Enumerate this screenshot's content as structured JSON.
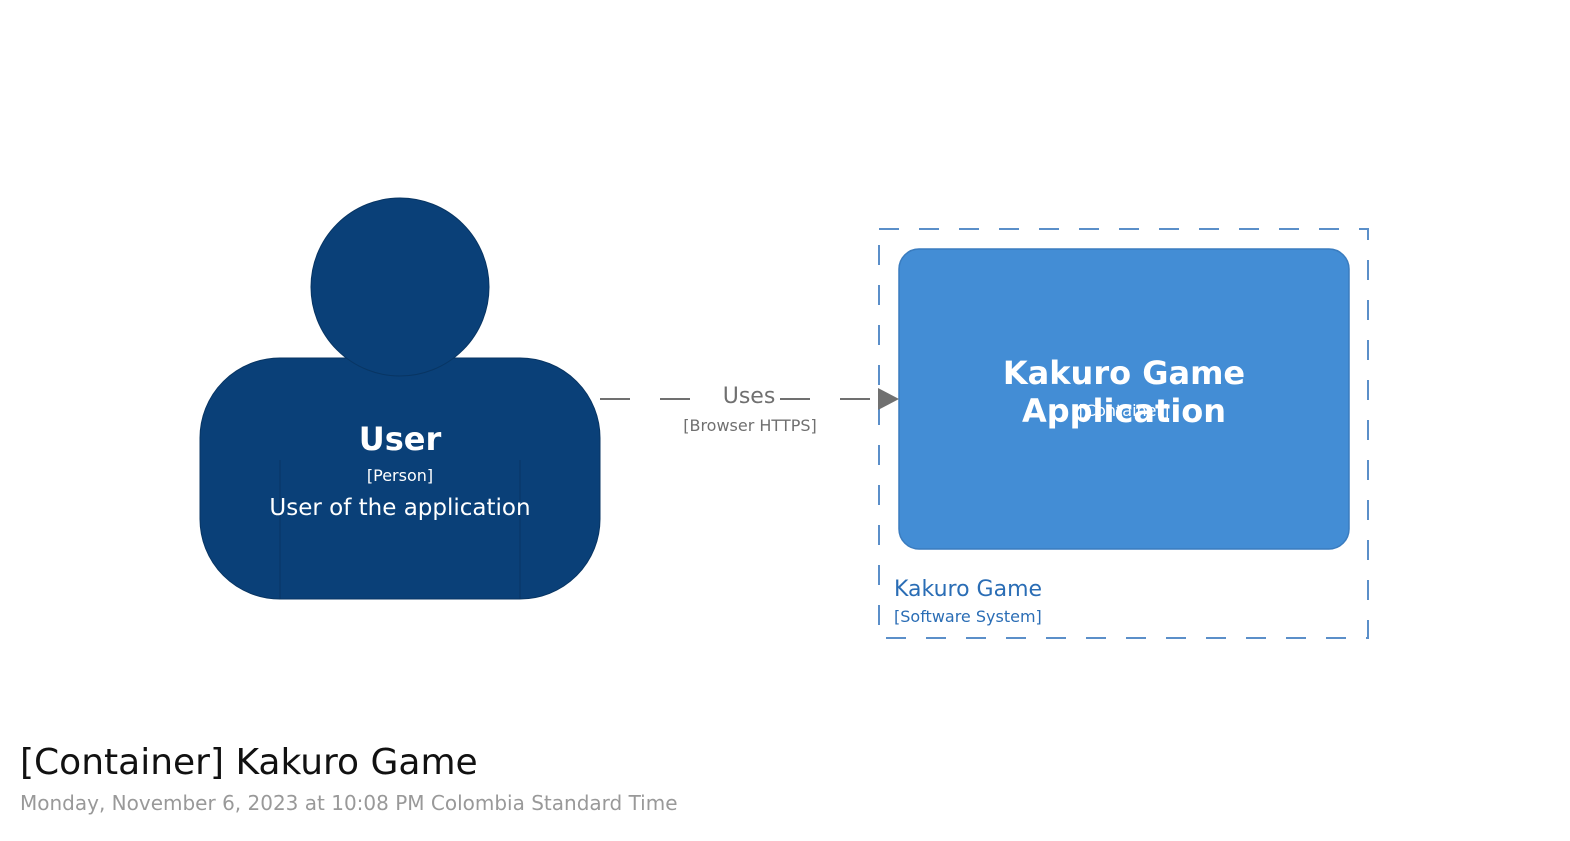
{
  "diagram": {
    "title": "[Container] Kakuro Game",
    "subtitle": "Monday, November 6, 2023 at 10:08 PM Colombia Standard Time"
  },
  "person": {
    "name": "User",
    "type": "[Person]",
    "description": "User of the application",
    "color": "#0a4078"
  },
  "software_system_boundary": {
    "name": "Kakuro Game",
    "type": "[Software System]",
    "color": "#5b8fc9"
  },
  "container": {
    "name": "Kakuro Game Application",
    "type": "[Container]",
    "color": "#438dd5"
  },
  "relationship": {
    "description": "Uses",
    "technology": "[Browser HTTPS]",
    "color": "#707070"
  }
}
